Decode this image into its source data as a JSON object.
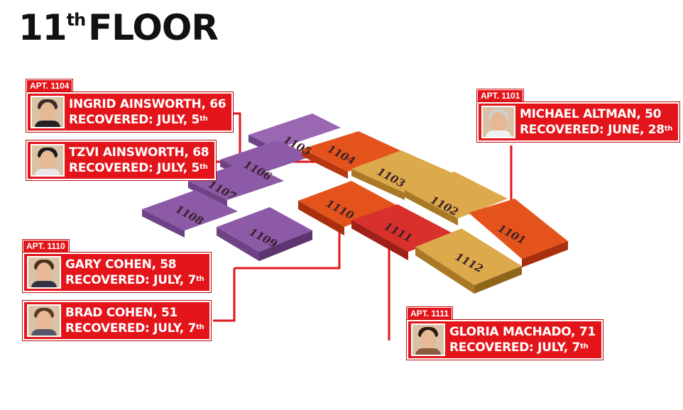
{
  "title": {
    "number": "11",
    "suffix": "th",
    "word": "FLOOR"
  },
  "units": [
    "1101",
    "1102",
    "1103",
    "1104",
    "1105",
    "1106",
    "1107",
    "1108",
    "1109",
    "1110",
    "1111",
    "1112"
  ],
  "residents": [
    {
      "apt_label": "APT. 1104",
      "name_line": "INGRID AINSWORTH, 66",
      "recovered_prefix": "RECOVERED: JULY, 5",
      "recovered_suffix": "th"
    },
    {
      "apt_label": "",
      "name_line": "TZVI AINSWORTH, 68",
      "recovered_prefix": "RECOVERED: JULY, 5",
      "recovered_suffix": "th"
    },
    {
      "apt_label": "APT. 1101",
      "name_line": "MICHAEL ALTMAN, 50",
      "recovered_prefix": "RECOVERED: JUNE, 28",
      "recovered_suffix": "th"
    },
    {
      "apt_label": "APT. 1110",
      "name_line": "GARY COHEN, 58",
      "recovered_prefix": "RECOVERED: JULY, 7",
      "recovered_suffix": "th"
    },
    {
      "apt_label": "",
      "name_line": "BRAD COHEN, 51",
      "recovered_prefix": "RECOVERED: JULY, 7",
      "recovered_suffix": "th"
    },
    {
      "apt_label": "APT. 1111",
      "name_line": "GLORIA MACHADO, 71",
      "recovered_prefix": "RECOVERED: JULY, 7",
      "recovered_suffix": "th"
    }
  ],
  "colors": {
    "red": "#e3151a",
    "purple": "#8c5aa6",
    "orange": "#e5531d",
    "gold": "#dca94b",
    "crimson": "#d8302a"
  }
}
